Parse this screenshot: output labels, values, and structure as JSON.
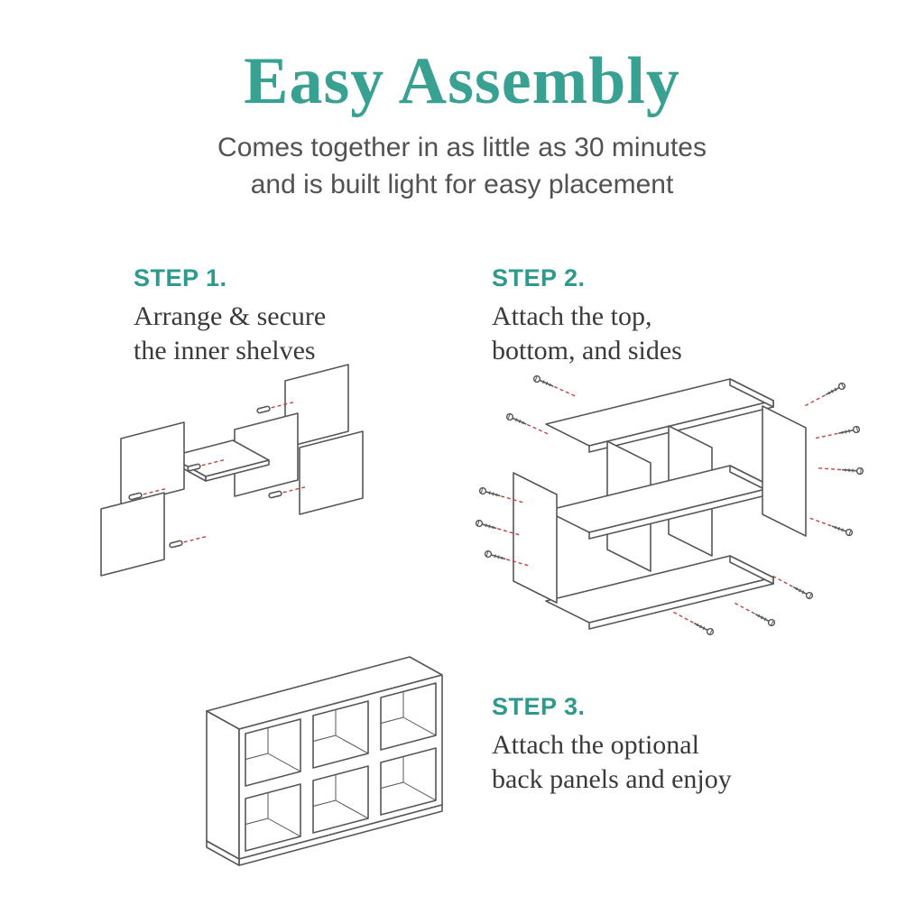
{
  "page": {
    "title": "Easy Assembly",
    "subtitle_line1": "Comes together in as little as 30 minutes",
    "subtitle_line2": "and is built light for easy placement"
  },
  "steps": [
    {
      "label": "STEP 1.",
      "lines": [
        "Arrange & secure",
        "the inner shelves"
      ],
      "illustration": "inner-shelves-exploded-diagram"
    },
    {
      "label": "STEP 2.",
      "lines": [
        "Attach the top,",
        "bottom, and sides"
      ],
      "illustration": "frame-panels-exploded-diagram"
    },
    {
      "label": "STEP 3.",
      "lines": [
        "Attach the optional",
        "back panels and enjoy"
      ],
      "illustration": "assembled-six-cube-organizer-diagram"
    }
  ],
  "colors": {
    "accent_teal": "#38A191",
    "step_teal": "#2E9A8C",
    "text_dark": "#3A3A3C",
    "subtitle_gray": "#525255",
    "line_art_gray": "#55565A",
    "screw_red": "#C0443B",
    "background": "#FFFFFF"
  }
}
